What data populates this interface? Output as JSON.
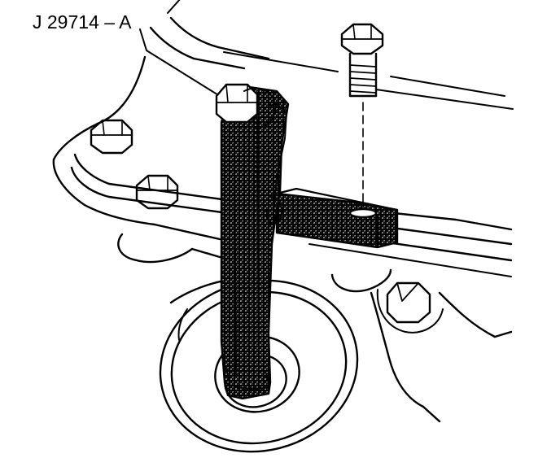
{
  "diagram": {
    "callout_label": "J 29714 – A",
    "colors": {
      "ink": "#000000",
      "paper": "#ffffff",
      "stipple": "#7a7a7a"
    },
    "parts": [
      "housing-body",
      "oil-pan-flange",
      "flange-bolt",
      "dowel-bolt",
      "pulley-seal",
      "holding-tool-lever",
      "tool-bar-plate",
      "attachment-bolt"
    ]
  }
}
